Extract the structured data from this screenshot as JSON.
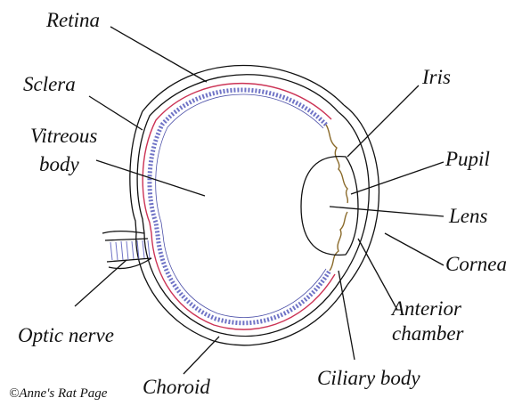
{
  "labels": {
    "retina": "Retina",
    "sclera": "Sclera",
    "vitreous_line1": "Vitreous",
    "vitreous_line2": "body",
    "iris": "Iris",
    "pupil": "Pupil",
    "lens": "Lens",
    "cornea": "Cornea",
    "anterior_line1": "Anterior",
    "anterior_line2": "chamber",
    "optic_nerve": "Optic nerve",
    "choroid": "Choroid",
    "ciliary_body": "Ciliary body"
  },
  "credit": "©Anne's Rat Page",
  "colors": {
    "outline": "#111111",
    "choroid": "#cc3355",
    "retina": "#6f73c6",
    "iris": "#8a6a2a"
  }
}
